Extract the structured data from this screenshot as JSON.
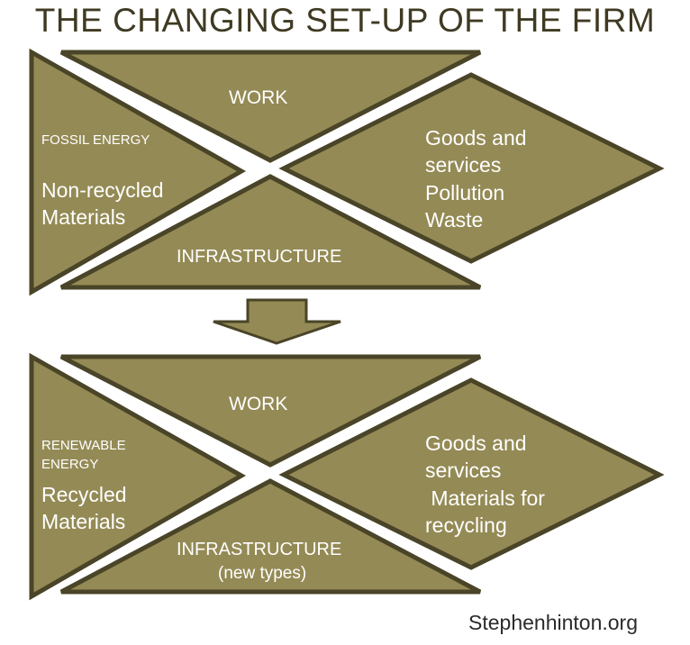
{
  "title": "THE CHANGING SET-UP OF THE FIRM",
  "colors": {
    "fill": "#948a55",
    "stroke": "#4a4428",
    "text": "#ffffff",
    "title": "#3f3a22"
  },
  "before": {
    "energy": "FOSSIL ENERGY",
    "inputs": [
      "Non-recycled",
      "Materials"
    ],
    "work": "WORK",
    "infrastructure": "INFRASTRUCTURE",
    "outputs": [
      "Goods and",
      "services",
      "Pollution",
      "Waste"
    ]
  },
  "transition_icon": "down-arrow-icon",
  "after": {
    "energy": [
      "RENEWABLE",
      "ENERGY"
    ],
    "inputs": [
      "Recycled",
      "Materials"
    ],
    "work": "WORK",
    "infrastructure": "INFRASTRUCTURE",
    "infrastructure_note": "(new types)",
    "outputs": [
      "Goods and",
      "services",
      " Materials for",
      "recycling"
    ]
  },
  "credit": "Stephenhinton.org"
}
